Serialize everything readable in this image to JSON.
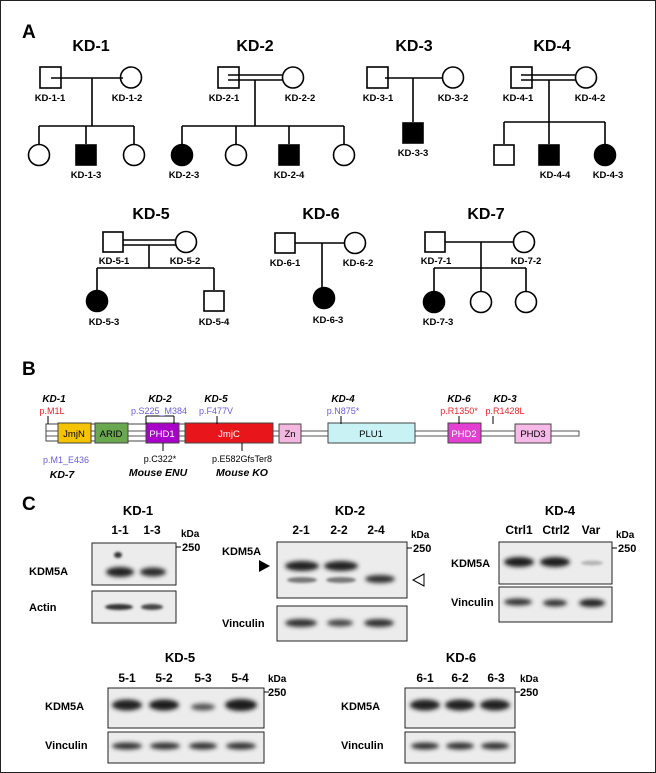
{
  "panels": {
    "a": {
      "label": "A",
      "families": [
        {
          "title": "KD-1",
          "father": "KD-1-1",
          "mother": "KD-1-2",
          "proband": "KD-1-3"
        },
        {
          "title": "KD-2",
          "father": "KD-2-1",
          "mother": "KD-2-2",
          "child_a": "KD-2-3",
          "child_b": "KD-2-4"
        },
        {
          "title": "KD-3",
          "father": "KD-3-1",
          "mother": "KD-3-2",
          "proband": "KD-3-3"
        },
        {
          "title": "KD-4",
          "father": "KD-4-1",
          "mother": "KD-4-2",
          "child_a": "KD-4-4",
          "child_b": "KD-4-3"
        },
        {
          "title": "KD-5",
          "father": "KD-5-1",
          "mother": "KD-5-2",
          "child_a": "KD-5-3",
          "child_b": "KD-5-4"
        },
        {
          "title": "KD-6",
          "father": "KD-6-1",
          "mother": "KD-6-2",
          "proband": "KD-6-3"
        },
        {
          "title": "KD-7",
          "father": "KD-7-1",
          "mother": "KD-7-2",
          "proband": "KD-7-3"
        }
      ]
    },
    "b": {
      "label": "B",
      "domains": [
        "JmjN",
        "ARID",
        "PHD1",
        "JmjC",
        "Zn",
        "PLU1",
        "PHD2",
        "PHD3"
      ],
      "colors": {
        "JmjN": "#f5c400",
        "ARID": "#6aa84f",
        "PHD1": "#a800c8",
        "JmjC": "#e8161b",
        "Zn": "#f4b8e0",
        "PLU1": "#c9f2f5",
        "PHD2": "#e33fd1",
        "PHD3": "#f6b9e8",
        "red_text": "#e8232b",
        "blue_text": "#6a5bd6"
      },
      "variants_top": [
        {
          "family": "KD-1",
          "change": "p.M1L",
          "color": "red"
        },
        {
          "family": "KD-2",
          "change": "p.S225_M384",
          "color": "blue"
        },
        {
          "family": "KD-5",
          "change": "p.F477V",
          "color": "blue"
        },
        {
          "family": "KD-4",
          "change": "p.N875*",
          "color": "blue"
        },
        {
          "family": "KD-6",
          "change": "p.R1350*",
          "color": "red"
        },
        {
          "family": "KD-3",
          "change": "p.R1428L",
          "color": "red"
        }
      ],
      "variants_bottom": [
        {
          "change": "p.M1_E436",
          "label": "KD-7"
        },
        {
          "change": "p.C322*",
          "label": "Mouse ENU"
        },
        {
          "change": "p.E582GfsTer8",
          "label": "Mouse KO"
        }
      ]
    },
    "c": {
      "label": "C",
      "kda": "kDa",
      "marker": "250",
      "blots": [
        {
          "title": "KD-1",
          "lanes": [
            "1-1",
            "1-3"
          ],
          "rows": [
            "KDM5A",
            "Actin"
          ]
        },
        {
          "title": "KD-2",
          "lanes": [
            "2-1",
            "2-2",
            "2-4"
          ],
          "rows": [
            "KDM5A",
            "Vinculin"
          ]
        },
        {
          "title": "KD-4",
          "lanes": [
            "Ctrl1",
            "Ctrl2",
            "Var"
          ],
          "rows": [
            "KDM5A",
            "Vinculin"
          ]
        },
        {
          "title": "KD-5",
          "lanes": [
            "5-1",
            "5-2",
            "5-3",
            "5-4"
          ],
          "rows": [
            "KDM5A",
            "Vinculin"
          ]
        },
        {
          "title": "KD-6",
          "lanes": [
            "6-1",
            "6-2",
            "6-3"
          ],
          "rows": [
            "KDM5A",
            "Vinculin"
          ]
        }
      ]
    }
  }
}
